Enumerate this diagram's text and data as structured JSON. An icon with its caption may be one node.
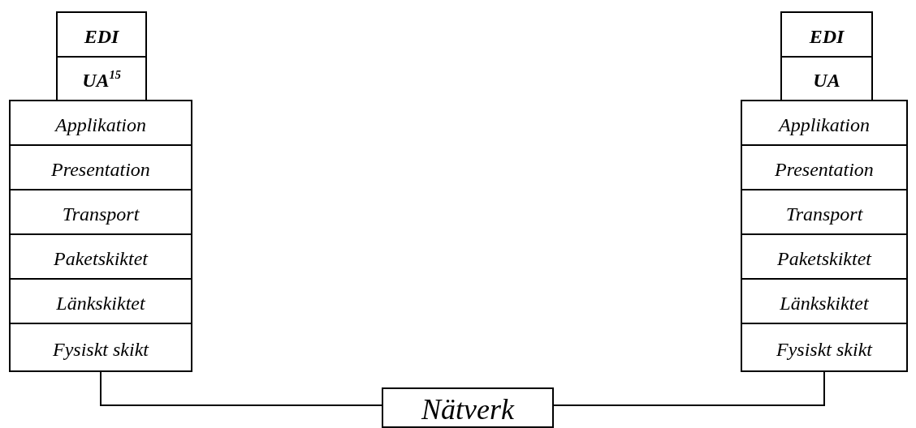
{
  "diagram": {
    "nodes": [
      {
        "text": [
          "EDI"
        ]
      },
      {
        "text": [
          "UA$^{15}$"
        ]
      },
      {
        "text": [
          "Applikation"
        ]
      },
      {
        "text": [
          "Presentation"
        ]
      },
      {
        "text": [
          "Transport"
        ]
      },
      {
        "text": [
          "Paketskiktet"
        ]
      },
      {
        "text": [
          "Länkskiktet"
        ]
      },
      {
        "text": [
          "Fysiskt skikt"
        ]
      },
      {
        "text": [
          "EDI"
        ]
      },
      {
        "text": [
          "UA"
        ]
      },
      {
        "text": [
          "Applikation"
        ]
      },
      {
        "text": [
          "Presentation"
        ]
      },
      {
        "text": [
          "Transport"
        ]
      },
      {
        "text": [
          "Paketskiktet"
        ]
      },
      {
        "text": [
          "Länkskiktet"
        ]
      },
      {
        "text": [
          "Fysiskt skikt"
        ]
      },
      {
        "text": [
          "Nätverk"
        ]
      }
    ],
    "edges": [
      {
        "from": 7,
        "to": 16,
        "arrow": "none"
      },
      {
        "from": 15,
        "to": 16,
        "arrow": "none"
      }
    ]
  }
}
